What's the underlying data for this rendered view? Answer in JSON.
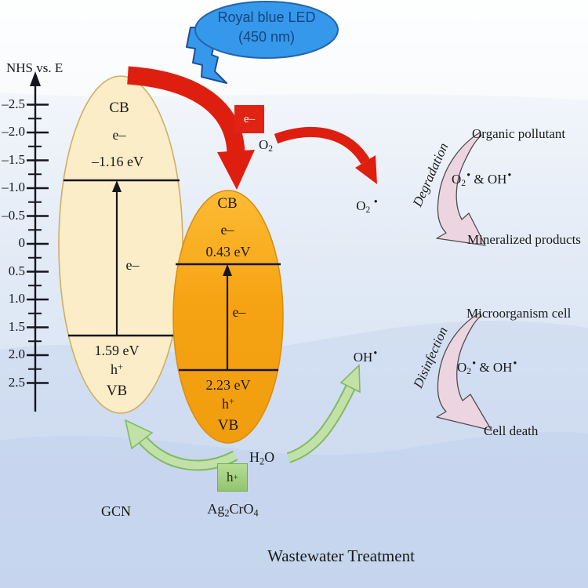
{
  "figure_caption": "Wastewater Treatment",
  "led": {
    "line1": "Royal blue LED",
    "line2": "(450 nm)"
  },
  "axis": {
    "title": "NHS vs. E",
    "ticks": [
      {
        "v": -2.5,
        "label": "–2.5"
      },
      {
        "v": -2.25
      },
      {
        "v": -2.0,
        "label": "–2.0"
      },
      {
        "v": -1.75
      },
      {
        "v": -1.5,
        "label": "–1.5"
      },
      {
        "v": -1.25
      },
      {
        "v": -1.0,
        "label": "–1.0"
      },
      {
        "v": -0.75
      },
      {
        "v": -0.5,
        "label": "–0.5"
      },
      {
        "v": -0.25
      },
      {
        "v": 0,
        "label": "0"
      },
      {
        "v": 0.25
      },
      {
        "v": 0.5,
        "label": "0.5"
      },
      {
        "v": 0.75
      },
      {
        "v": 1.0,
        "label": "1.0"
      },
      {
        "v": 1.25
      },
      {
        "v": 1.5,
        "label": "1.5"
      },
      {
        "v": 1.75
      },
      {
        "v": 2.0,
        "label": "2.0"
      },
      {
        "v": 2.25
      },
      {
        "v": 2.5,
        "label": "2.5"
      }
    ]
  },
  "gcn": {
    "name": "GCN",
    "cb": "CB",
    "vb": "VB",
    "electron": "e–",
    "gap_electron": "e–",
    "cb_potential": "–1.16 eV",
    "vb_potential": "1.59 eV",
    "hole": {
      "base": "h",
      "sup": "+"
    }
  },
  "acr": {
    "name_parts": {
      "p1": "Ag",
      "p2": "2",
      "p3": "CrO",
      "p4": "4"
    },
    "cb": "CB",
    "vb": "VB",
    "electron": "e–",
    "gap_electron": "e–",
    "cb_potential": "0.43 eV",
    "vb_potential": "2.23 eV",
    "hole": {
      "base": "h",
      "sup": "+"
    }
  },
  "species": {
    "electron_box": "e–",
    "hole_box": {
      "base": "h",
      "sup": "+"
    },
    "o2": {
      "base": "O",
      "sub": "2"
    },
    "o2_radical": {
      "base": "O",
      "sub": "2",
      "dot": "•"
    },
    "oh_radical": {
      "base": "OH",
      "dot": "•"
    },
    "h2o": {
      "p1": "H",
      "p2": "2",
      "p3": "O"
    },
    "radical_pair": {
      "o": "O",
      "s": "2",
      "d1": "•",
      "mid": " & OH",
      "d2": "•"
    }
  },
  "degradation": {
    "label": "Degradation",
    "source": "Organic pollutant",
    "result": "Mineralized products"
  },
  "disinfection": {
    "label": "Disinfection",
    "source": "Microorganism cell",
    "result": "Cell death"
  },
  "colors": {
    "led_blue": "#3598eb",
    "arrow_red": "#de1f0f",
    "gcn_fill": "#faedc8",
    "acr_fill": "#f6a313",
    "green_arrow": "#c2e1a9",
    "pink_arrow": "#ecd5e1",
    "electron_box_red": "#e02313",
    "hole_box_green": "#a5d182"
  }
}
